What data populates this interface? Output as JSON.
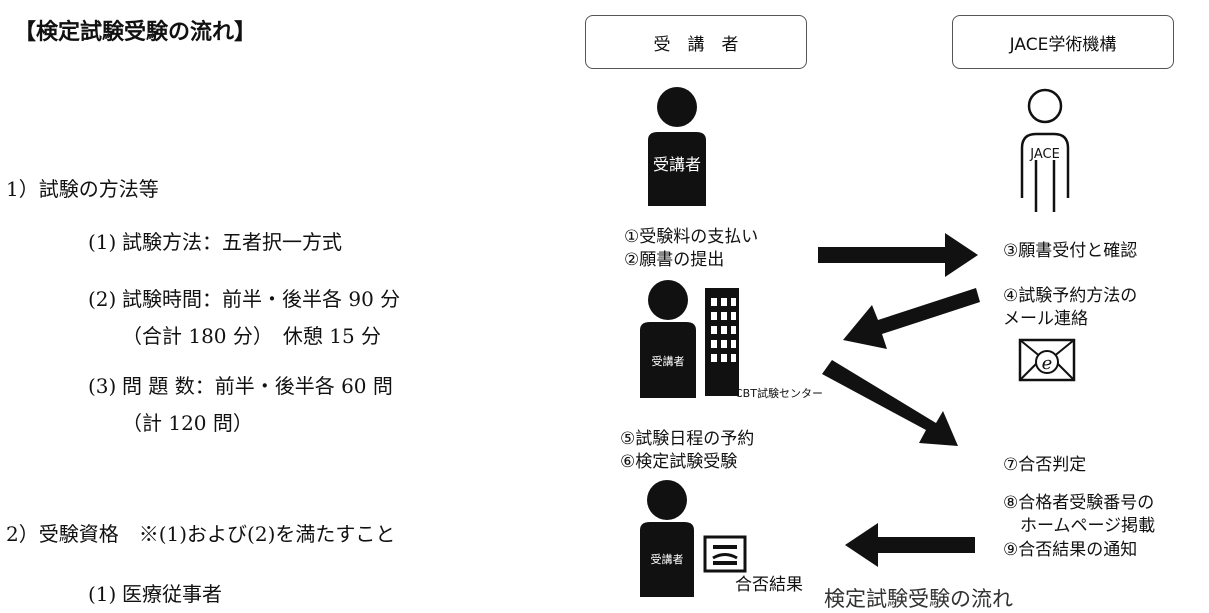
{
  "document": {
    "title": "【検定試験受験の流れ】",
    "section1": {
      "heading": "1）試験の方法等",
      "items": [
        {
          "num": "(1)",
          "text": "試験方法：五者択一方式"
        },
        {
          "num": "(2)",
          "text": "試験時間：前半・後半各 90 分"
        },
        {
          "num": "(3)",
          "text": "問 題 数：前半・後半各 60 問"
        }
      ],
      "item2_sub": "（合計 180 分）　休憩 15 分",
      "item3_sub": "（計 120 問）"
    },
    "section2": {
      "heading": "2）受験資格　※(1)および(2)を満たすこと",
      "items": [
        {
          "num": "(1)",
          "text": "医療従事者"
        }
      ]
    }
  },
  "diagram": {
    "left_box": "受　講　者",
    "right_box": "JACE学術機構",
    "person_top_label": "受講者",
    "jace_label": "JACE",
    "person_mid_label": "受講者",
    "person_bottom_label": "受講者",
    "center_label": "CBT試験センター",
    "result_label": "合否結果",
    "step1": "①受験料の支払い",
    "step2": "②願書の提出",
    "step3": "③願書受付と確認",
    "step4_line1": "④試験予約方法の",
    "step4_line2": "メール連絡",
    "step5": "⑤試験日程の予約",
    "step6": "⑥検定試験受験",
    "step7": "⑦合否判定",
    "step8_line1": "⑧合格者受験番号の",
    "step8_line2": "　ホームページ掲載",
    "step9": "⑨合否結果の通知",
    "email_symbol": "e",
    "caption": "検定試験受験の流れ"
  },
  "colors": {
    "ink": "#111111",
    "arrow": "#111111",
    "frame": "#555555"
  },
  "icons": [
    "person-icon",
    "person-outline-icon",
    "building-icon",
    "email-icon",
    "terminal-icon",
    "arrow-right-icon",
    "arrow-left-icon"
  ]
}
